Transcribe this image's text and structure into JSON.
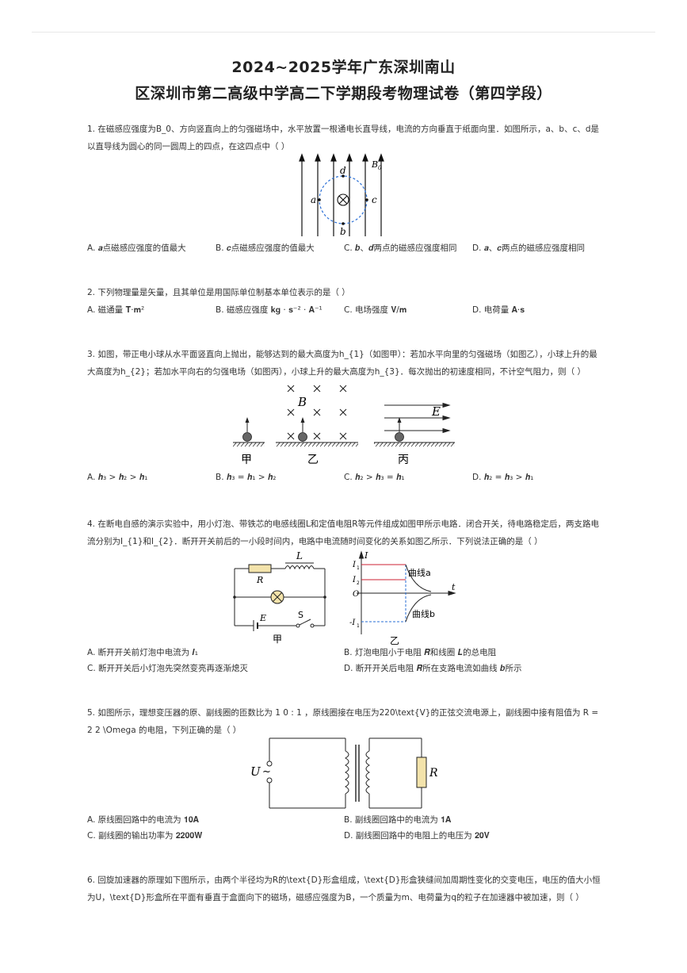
{
  "header": {
    "title_line1": "2024~2025学年广东深圳南山",
    "title_line2": "区深圳市第二高级中学高二下学期段考物理试卷（第四学段）"
  },
  "q1": {
    "stem": "1. 在磁感应强度为B_0、方向竖直向上的匀强磁场中，水平放置一根通电长直导线，电流的方向垂直于纸面向里．如图所示，a、b、c、d是以直导线为圆心的同一圆周上的四点，在这四点中（     ）",
    "fig": {
      "a": "a",
      "b": "b",
      "c": "c",
      "d": "d",
      "B0": "B",
      "B0sub": "0"
    },
    "options": [
      "A.  𝒂点磁感应强度的值最大",
      "B.  𝒄点磁感应强度的值最大",
      "C.  𝒃、𝒅两点的磁感应强度相同",
      "D.  𝒂、𝒄两点的磁感应强度相同"
    ]
  },
  "q2": {
    "stem": "2. 下列物理量是矢量，且其单位是用国际单位制基本单位表示的是（     ）",
    "options": [
      "A.  磁通量 𝐓·𝐦²",
      "B.  磁感应强度 𝐤𝐠 · 𝐬⁻² · 𝐀⁻¹",
      "C.  电场强度 𝐕/𝐦",
      "D.  电荷量 𝐀·𝐬"
    ]
  },
  "q3": {
    "stem": "3. 如图，带正电小球从水平面竖直向上抛出，能够达到的最大高度为h_{1}（如图甲）：若加水平向里的匀强磁场（如图乙），小球上升的最大高度为h_{2}；若加水平向右的匀强电场（如图丙），小球上升的最大高度为h_{3}．每次抛出的初速度相同，不计空气阻力，则（     ）",
    "fig": {
      "jia": "甲",
      "yi": "乙",
      "bing": "丙",
      "B": "B",
      "E": "E"
    },
    "options": [
      "A.  𝒉₃ > 𝒉₂ > 𝒉₁",
      "B.  𝒉₃ = 𝒉₁ > 𝒉₂",
      "C.  𝒉₂ > 𝒉₃ = 𝒉₁",
      "D.  𝒉₂ = 𝒉₃ > 𝒉₁"
    ]
  },
  "q4": {
    "stem": "4. 在断电自感的演示实验中，用小灯泡、带铁芯的电感线圈L和定值电阻R等元件组成如图甲所示电路．闭合开关，待电路稳定后，两支路电流分别为I_{1}和I_{2}．断开开关前后的一小段时间内，电路中电流随时间变化的关系如图乙所示．下列说法正确的是（     ）",
    "fig": {
      "L": "L",
      "R": "R",
      "E": "E",
      "S": "S",
      "jia": "甲",
      "yi": "乙",
      "I": "I",
      "t": "t",
      "O": "O",
      "I1": "I",
      "I2": "I",
      "nI1": "-I",
      "curveA": "曲线a",
      "curveB": "曲线b",
      "sub1": "1",
      "sub2": "2"
    },
    "options": [
      "A.  断开开关前灯泡中电流为 𝑰₁",
      "B.  灯泡电阻小于电阻 𝑹和线圈 𝑳的总电阻",
      "C.  断开开关后小灯泡先突然变亮再逐渐熄灭",
      "D.  断开开关后电阻 𝑹所在支路电流如曲线 𝒃所示"
    ]
  },
  "q5": {
    "stem": "5. 如图所示，理想变压器的原、副线圈的匝数比为 1 0 : 1 ，原线圈接在电压为220\\text{V}的正弦交流电源上，副线圈中接有阻值为 R = 2 2 \\Omega 的电阻，下列正确的是（     ）",
    "fig": {
      "U": "U",
      "tilde": "~",
      "R": "R"
    },
    "options": [
      "A.  原线圈回路中的电流为 𝟏𝟎𝐀",
      "B.  副线圈回路中的电流为 𝟏𝐀",
      "C.  副线圈的输出功率为 𝟐𝟐𝟎𝟎𝐖",
      "D.  副线圈回路中的电阻上的电压为 𝟐𝟎𝐕"
    ]
  },
  "q6": {
    "stem": "6. 回旋加速器的原理如下图所示，由两个半径均为R的\\text{D}形盒组成，\\text{D}形盒狭缝间加周期性变化的交变电压，电压的值大小恒为U，\\text{D}形盒所在平面有垂直于盒面向下的磁场，磁感应强度为B，一个质量为m、电荷量为q的粒子在加速器中被加速，则（     ）"
  }
}
